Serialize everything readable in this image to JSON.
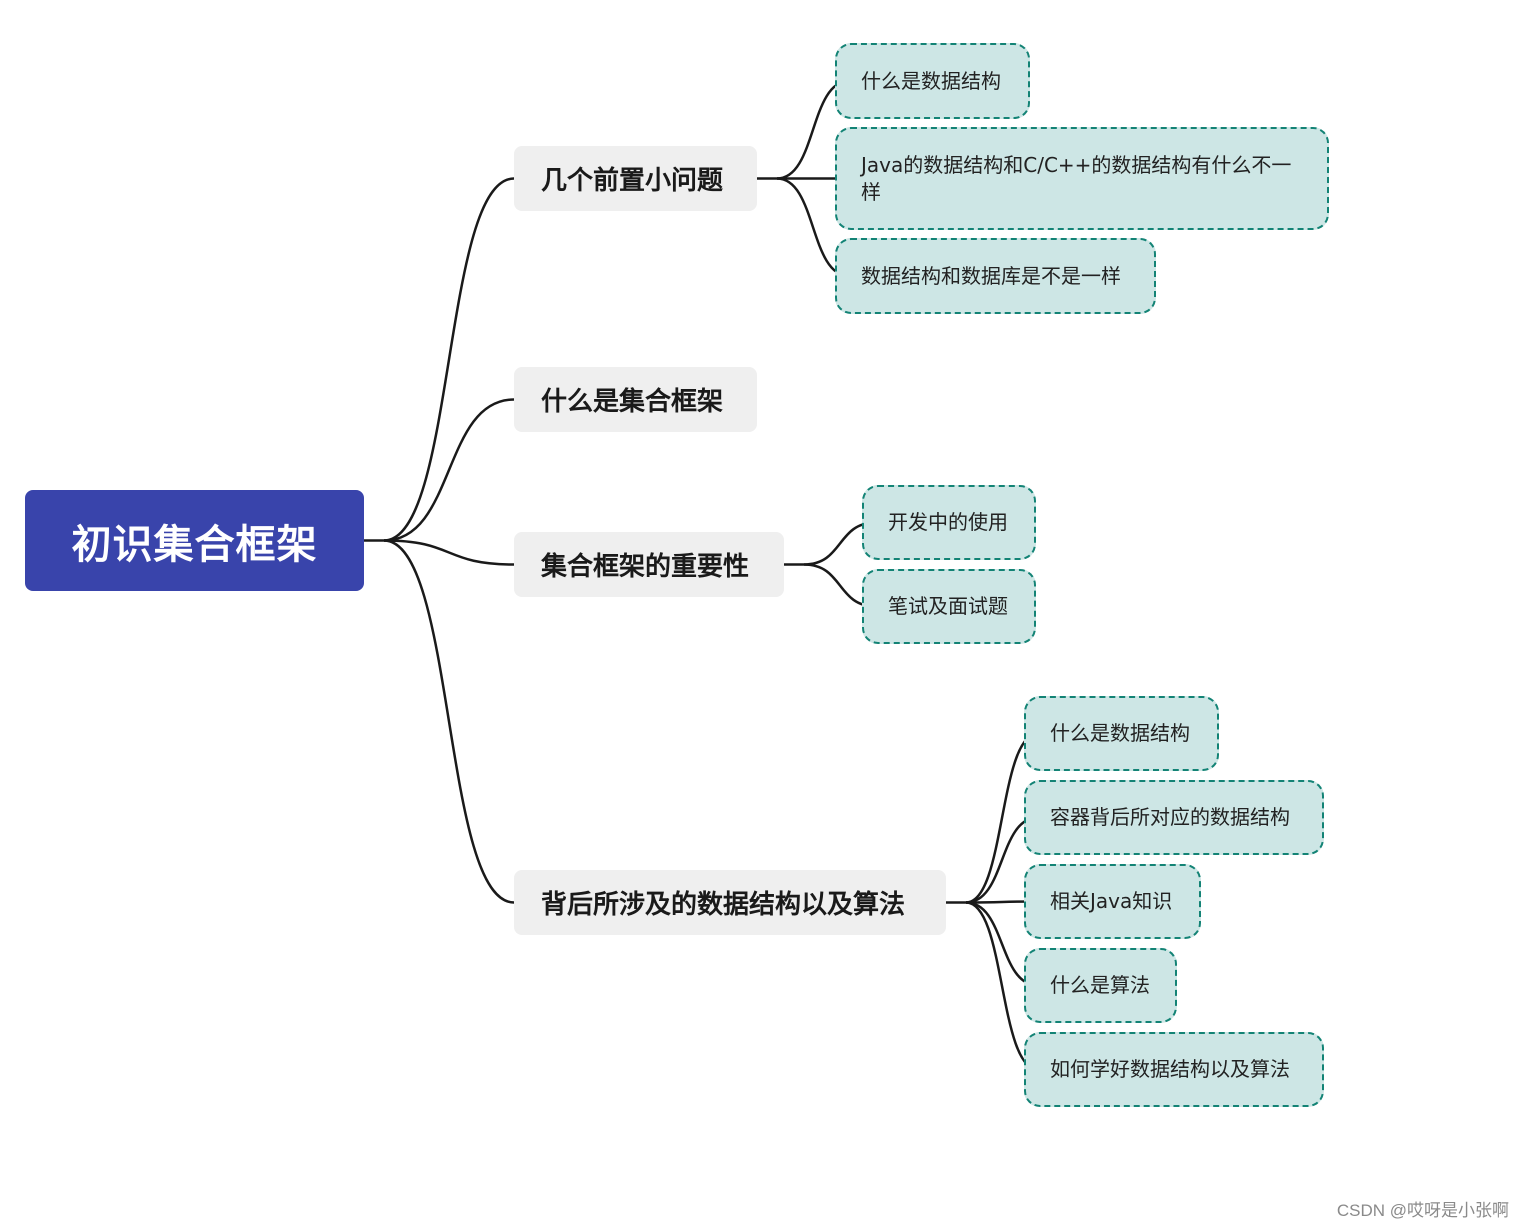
{
  "mindmap": {
    "root": "初识集合框架",
    "branches": [
      {
        "label": "几个前置小问题",
        "children": [
          "什么是数据结构",
          "Java的数据结构和C/C++的数据结构有什么不一样",
          "数据结构和数据库是不是一样"
        ]
      },
      {
        "label": "什么是集合框架",
        "children": []
      },
      {
        "label": "集合框架的重要性",
        "children": [
          "开发中的使用",
          "笔试及面试题"
        ]
      },
      {
        "label": "背后所涉及的数据结构以及算法",
        "children": [
          "什么是数据结构",
          "容器背后所对应的数据结构",
          "相关Java知识",
          "什么是算法",
          "如何学好数据结构以及算法"
        ]
      }
    ]
  },
  "watermark": "CSDN @哎呀是小张啊",
  "colors": {
    "root_fill": "#3944ab",
    "branch_fill": "#efefef",
    "leaf_fill": "#cde6e5",
    "leaf_border": "#138375",
    "connector": "#1a1a1a"
  }
}
